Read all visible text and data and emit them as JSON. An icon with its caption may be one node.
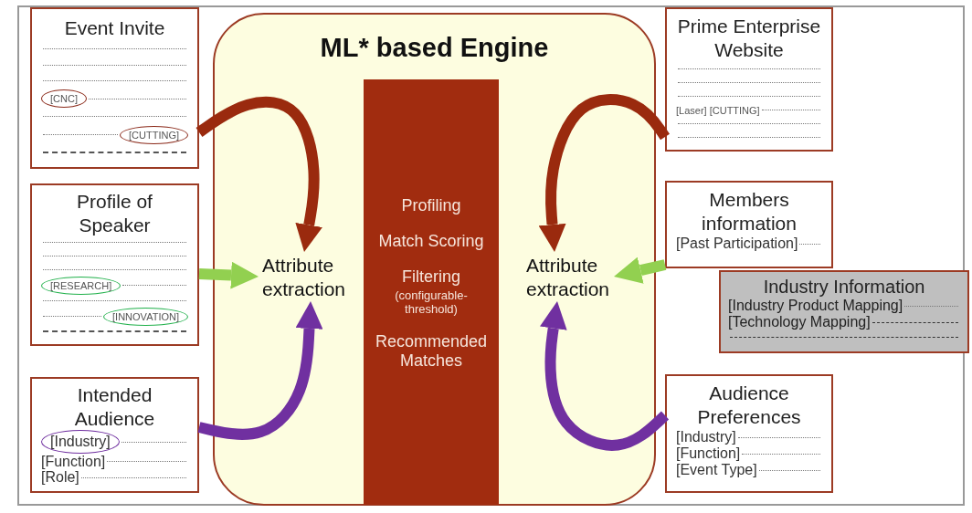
{
  "diagram": {
    "nodes": [
      {
        "text": [
          "Event Invite",
          "[CNC]",
          "[CUTTING]"
        ]
      },
      {
        "text": [
          "Profile of Speaker",
          "[RESEARCH]",
          "[INNOVATION]"
        ]
      },
      {
        "text": [
          "Intended Audience",
          "[Industry]",
          "[Function]",
          "[Role]"
        ]
      },
      {
        "text": [
          "ML* based Engine"
        ]
      },
      {
        "text": [
          "Profiling",
          "Match Scoring",
          "Filtering",
          "(configurable-threshold)",
          "Recommended Matches"
        ],
        "in": 3
      },
      {
        "text": [
          "Attribute extraction"
        ],
        "in": 3
      },
      {
        "text": [
          "Attribute extraction"
        ],
        "in": 3
      },
      {
        "text": [
          "Prime Enterprise Website",
          "[Laser] [CUTTING]"
        ]
      },
      {
        "text": [
          "Members information",
          "[Past Participation]"
        ]
      },
      {
        "text": [
          "Industry Information",
          "[Industry Product Mapping]",
          "[Technology Mapping]"
        ]
      },
      {
        "text": [
          "Audience Preferences",
          "[Industry]",
          "[Function]",
          "[Event Type]"
        ]
      }
    ],
    "edges": [
      {
        "from": 0,
        "to": 5,
        "arrow": "to",
        "color": "#9a2a0e"
      },
      {
        "from": 1,
        "to": 5,
        "arrow": "to",
        "color": "#92d050"
      },
      {
        "from": 2,
        "to": 5,
        "arrow": "to",
        "color": "#7030a0"
      },
      {
        "from": 7,
        "to": 6,
        "arrow": "to",
        "color": "#9a2a0e"
      },
      {
        "from": 8,
        "to": 6,
        "arrow": "to",
        "color": "#92d050"
      },
      {
        "from": 10,
        "to": 6,
        "arrow": "to",
        "color": "#7030a0"
      }
    ]
  }
}
